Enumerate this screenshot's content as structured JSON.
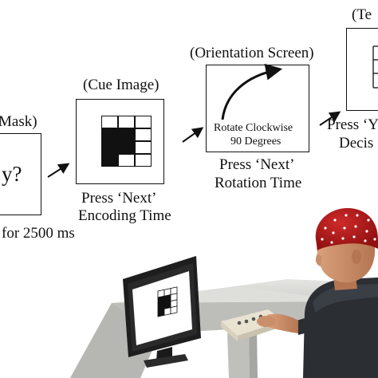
{
  "panels": {
    "mask": {
      "title": "Mask)",
      "text": "y?",
      "caption": "for 2500 ms"
    },
    "cue": {
      "title": "(Cue Image)",
      "caption_line1": "Press ‘Next’",
      "caption_line2": "Encoding Time"
    },
    "orientation": {
      "title": "(Orientation Screen)",
      "text_line1": "Rotate Clockwise",
      "text_line2": "90 Degrees",
      "caption_line1": "Press ‘Next’",
      "caption_line2": "Rotation Time"
    },
    "test": {
      "title": "(Te",
      "caption_line1": "Press ‘Y",
      "caption_line2": "Decis"
    }
  },
  "cue_grid": {
    "rows": 4,
    "cols": 3,
    "filled": [
      [
        0,
        0,
        0
      ],
      [
        1,
        1,
        0
      ],
      [
        1,
        1,
        0
      ],
      [
        1,
        0,
        0
      ]
    ],
    "comment_removed": ""
  },
  "icons": [
    "arrow-right-icon",
    "curved-arrow-icon",
    "monitor-icon",
    "participant-figure",
    "eeg-cap-icon",
    "button-box-icon"
  ],
  "colors": {
    "ink": "#111111",
    "cap": "#b01818",
    "skin": "#c98f6a",
    "shirt": "#2b2e33",
    "desk": "#d9d9d6",
    "monitor": "#1c1c1c"
  }
}
